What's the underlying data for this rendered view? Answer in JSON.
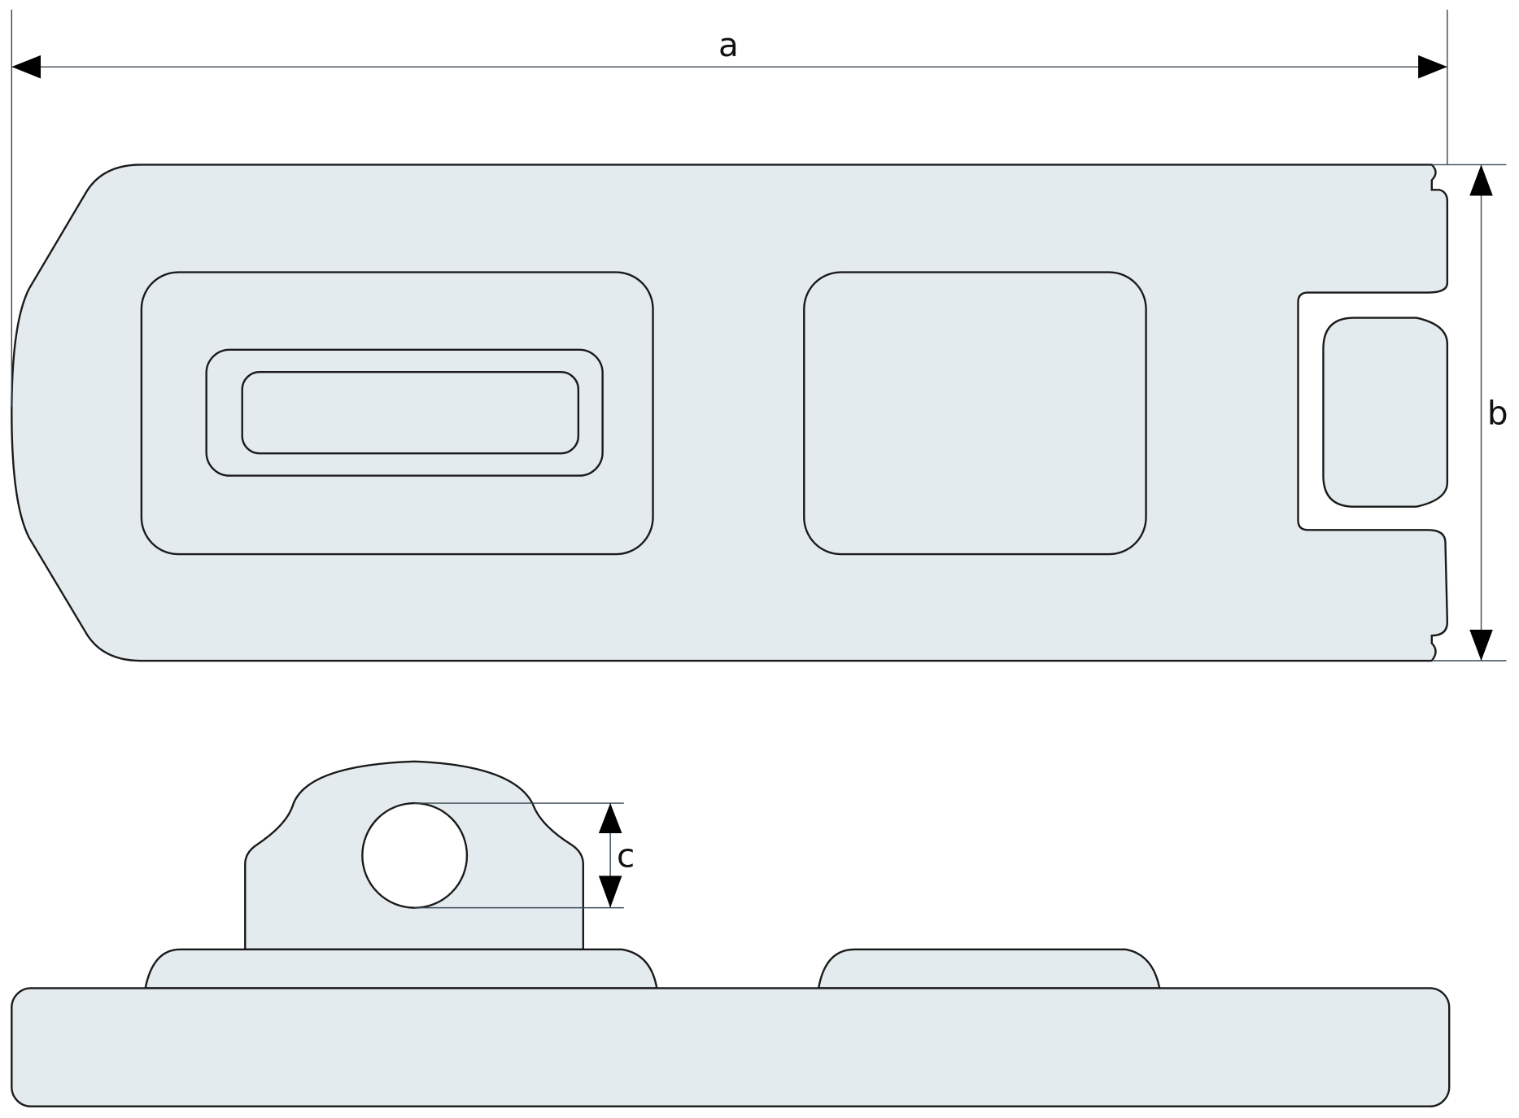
{
  "diagram": {
    "title_hidden": null,
    "dimensions": {
      "a": "a",
      "b": "b",
      "c": "c"
    },
    "colors": {
      "part_fill": "#e4ebef",
      "outline": "#1a1a1a"
    }
  }
}
